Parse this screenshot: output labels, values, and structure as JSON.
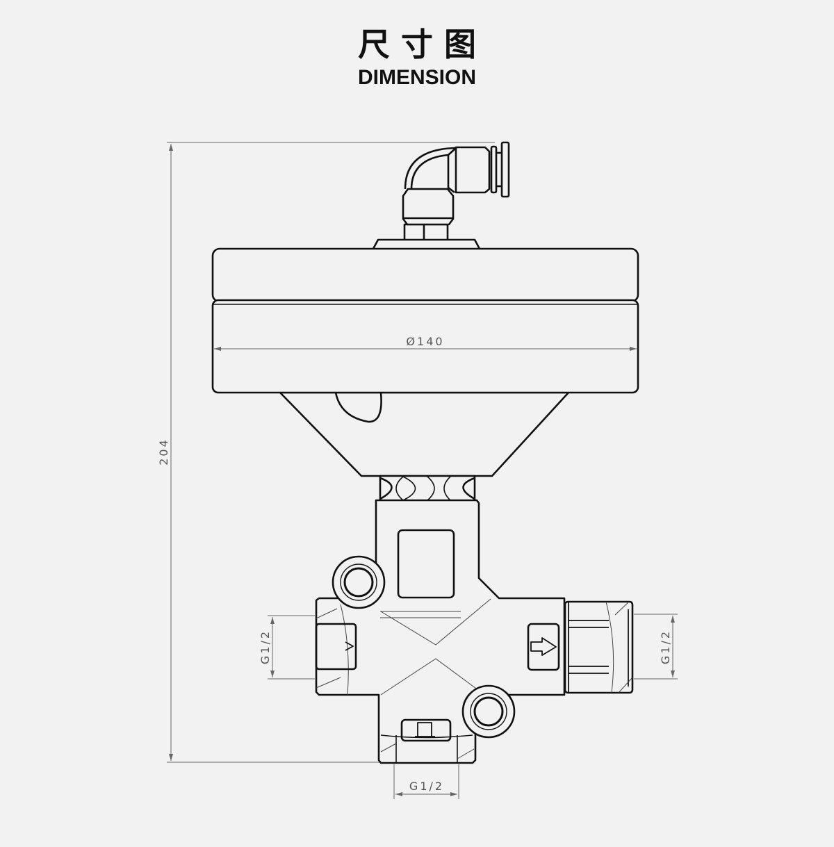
{
  "title": {
    "zh": "尺 寸 图",
    "en": "DIMENSION"
  },
  "dimensions": {
    "height": "204",
    "diameter": "Ø140",
    "port_left": "G1/2",
    "port_right": "G1/2",
    "port_bottom": "G1/2"
  },
  "colors": {
    "background": "#f2f2f2",
    "line": "#111111",
    "dimension": "#666666"
  }
}
